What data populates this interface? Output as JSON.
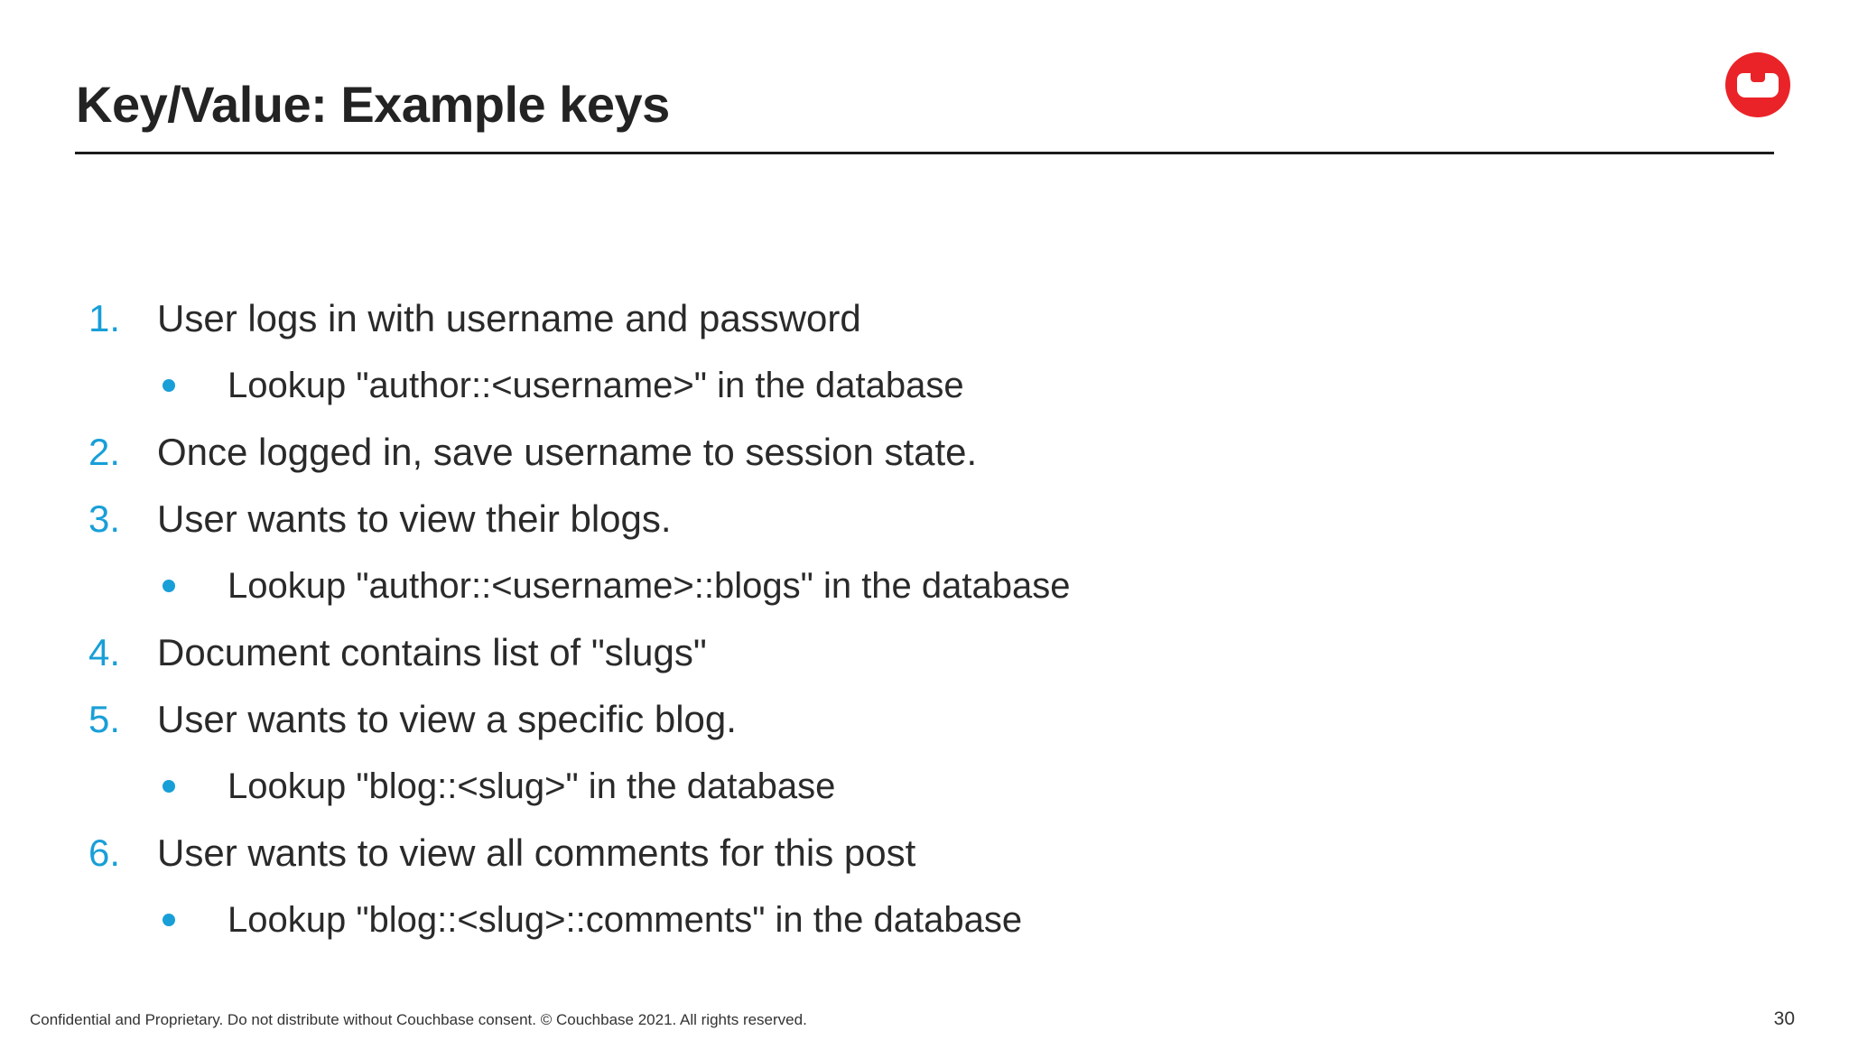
{
  "slide": {
    "title": "Key/Value: Example keys",
    "footer": "Confidential and Proprietary. Do not distribute without Couchbase consent. © Couchbase 2021. All rights reserved.",
    "page_number": "30"
  },
  "colors": {
    "accent_blue": "#189fd8",
    "logo_red": "#ea2328",
    "text_dark": "#2a2a2a",
    "title_dark": "#232323",
    "rule_dark": "#1c1c1c"
  },
  "logo": {
    "name": "couchbase-logo"
  },
  "list": {
    "items": [
      {
        "type": "number",
        "marker": "1.",
        "text": "User logs in with username and password"
      },
      {
        "type": "bullet",
        "marker": "•",
        "text": "Lookup \"author::<username>\" in the database"
      },
      {
        "type": "number",
        "marker": "2.",
        "text": "Once logged in, save username to session state."
      },
      {
        "type": "number",
        "marker": "3.",
        "text": "User wants to view their blogs."
      },
      {
        "type": "bullet",
        "marker": "•",
        "text": "Lookup \"author::<username>::blogs\" in the database"
      },
      {
        "type": "number",
        "marker": "4.",
        "text": "Document contains list of \"slugs\""
      },
      {
        "type": "number",
        "marker": "5.",
        "text": "User wants to view a specific blog."
      },
      {
        "type": "bullet",
        "marker": "•",
        "text": "Lookup \"blog::<slug>\" in the database"
      },
      {
        "type": "number",
        "marker": "6.",
        "text": "User wants to view all comments for this post"
      },
      {
        "type": "bullet",
        "marker": "•",
        "text": "Lookup \"blog::<slug>::comments\" in the database"
      }
    ]
  }
}
